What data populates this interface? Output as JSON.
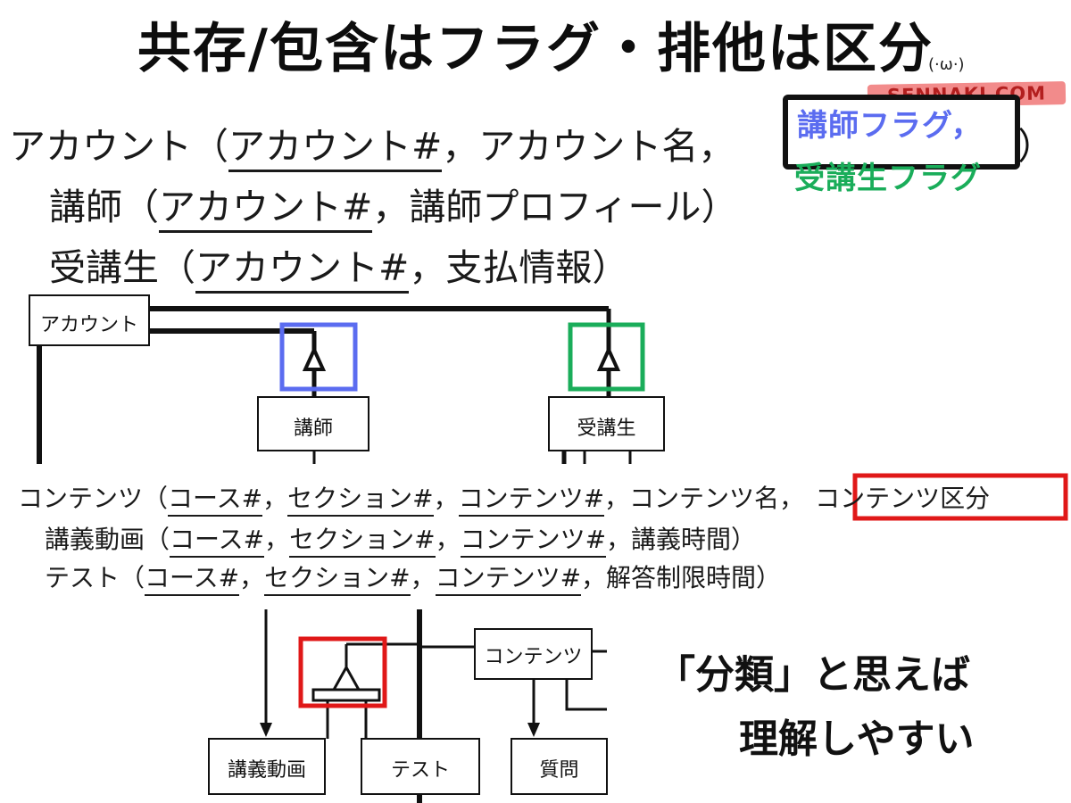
{
  "title": "共存/包含はフラグ・排他は区分",
  "brand": "SENNAKI.COM",
  "mascot": "(·ω·)",
  "relations_top": {
    "account": {
      "name": "アカウント",
      "open": "（",
      "key": "アカウント#",
      "sep": "，",
      "attr": "アカウント名，",
      "close": "）"
    },
    "instructor": {
      "name": "講師",
      "open": "（",
      "key": "アカウント#",
      "rest": "，講師プロフィール）"
    },
    "student": {
      "name": "受講生",
      "open": "（",
      "key": "アカウント#",
      "rest": "，支払情報）"
    }
  },
  "flags": {
    "instructor_flag": "講師フラグ，",
    "student_flag": "受講生フラグ"
  },
  "diagram_top": {
    "account_box": "アカウント",
    "instructor_box": "講師",
    "student_box": "受講生"
  },
  "relations_bottom": {
    "content": {
      "name": "コンテンツ（",
      "key1": "コース#",
      "key2": "セクション#",
      "key3": "コンテンツ#",
      "attr": "，コンテンツ名，",
      "category": "コンテンツ区分"
    },
    "lecture": {
      "name": "講義動画（",
      "key1": "コース#",
      "key2": "セクション#",
      "key3": "コンテンツ#",
      "rest": "，講義時間）"
    },
    "test": {
      "name": "テスト（",
      "key1": "コース#",
      "key2": "セクション#",
      "key3": "コンテンツ#",
      "rest": "，解答制限時間）"
    },
    "comma": "，"
  },
  "diagram_bottom": {
    "content_box": "コンテンツ",
    "lecture_box": "講義動画",
    "test_box": "テスト",
    "question_box": "質問"
  },
  "caption": {
    "line1": "「分類」と思えば",
    "line2": "理解しやすい"
  },
  "colors": {
    "blue_highlight": "#5b6cf0",
    "green_highlight": "#1aad5a",
    "red_highlight": "#e01818"
  }
}
